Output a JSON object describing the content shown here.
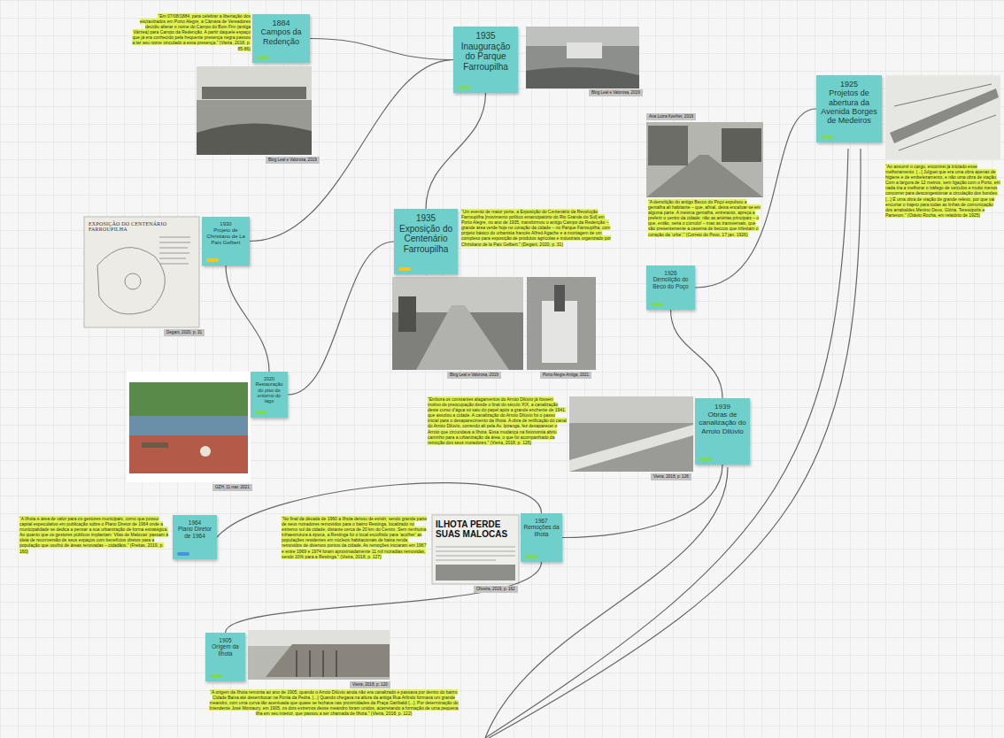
{
  "diagram": {
    "nodes": [
      {
        "text": [
          "1884",
          "Campos da Redenção"
        ]
      },
      {
        "text": [
          "1935",
          "Inauguração do Parque Farroupilha"
        ]
      },
      {
        "text": [
          "1925",
          "Projetos de abertura da Avenida Borges de Medeiros"
        ]
      },
      {
        "text": [
          "1930",
          "Projeto de Christiano de La Paix Gelbert"
        ]
      },
      {
        "text": [
          "1935",
          "Exposição do Centenário Farroupilha"
        ]
      },
      {
        "text": [
          "1926",
          "Demolição do Beco do Poço"
        ]
      },
      {
        "text": [
          "2020",
          "Restauração do piso do entorno do lago"
        ]
      },
      {
        "text": [
          "1939",
          "Obras de canalização do Arroio Dilúvio"
        ]
      },
      {
        "text": [
          "1964",
          "Plano Diretor de 1964"
        ]
      },
      {
        "text": [
          "1967",
          "Remoções da Ilhota"
        ]
      },
      {
        "text": [
          "1905",
          "Origem da Ilhota"
        ]
      }
    ],
    "edges": [
      {
        "from": 0,
        "to": 1,
        "arrow": "none"
      },
      {
        "from": 3,
        "to": 1,
        "arrow": "none"
      },
      {
        "from": 1,
        "to": 4,
        "arrow": "none"
      },
      {
        "from": 3,
        "to": 6,
        "arrow": "none"
      },
      {
        "from": 6,
        "to": 4,
        "arrow": "none"
      },
      {
        "from": 5,
        "to": 2,
        "arrow": "none"
      },
      {
        "from": 5,
        "to": 7,
        "arrow": "none"
      },
      {
        "from": 7,
        "to": 9,
        "arrow": "none"
      },
      {
        "from": 9,
        "to": 8,
        "arrow": "none"
      },
      {
        "from": 9,
        "to": 10,
        "arrow": "none"
      }
    ],
    "labels": [
      "“Em 07/08/1884, para celebrar a libertação dos escravizados em Porto Alegre, a Câmara de Vereadores decidiu alterar o nome do Campo do Bom Fim (antiga Várzea) para Campo da Redenção. A partir daquele espaço que já era conhecido pela frequente presença negra passou a ter seu nome vinculado a essa presença.” (Vieira, 2018, p. 85-86)",
      "Blog Leal e Valorosa, 2019",
      "Blog Leal e Valorosa, 2019",
      "EXPOSIÇÃO DO CENTENÁRIO FARROUPILHA",
      "Degani, 2020, p. 31",
      "“Um evento de maior porte, a Exposição do Centenário da Revolução Farroupilha [movimento político emancipatório do Rio Grande do Sul] em Porto Alegre, no ano de 1935, transformou o antigo Campo da Redenção – grande área verde hoje no coração da cidade – no Parque Farroupilha, com projeto básico do urbanista francês Alfred Agache e a montagem de um complexo para exposição de produtos agrícolas e industriais organizado por Christiano de la Paix Gelbert.” (Degani, 2020, p. 31)",
      "Blog Leal e Valorosa, 2019",
      "Porto Alegre Antiga, 2021",
      "Ana Luiza Koehler, 2019",
      "“A demolição do antigo Becco do Poço expulsou a gentalha ali habitante – que, afinal, deixa encafuar-se em alguma parte. A mesma gentalha, entretanto, apreça a preferir o centro da cidade; não as artérias principais – o que, então, seria o cúmulo! – mas as transversais, que são presentemente a caserna de beccos que infestam o coração da ‘urbe’.” (Correio do Povo, 17 jan. 1926)",
      "“Ao assumir o cargo, encontrei já iniciado esse melhoramento. [...] Julguei que era uma obra apenas de higiene e de embelezamento, e não uma obra de viação. Com a largura de 12 metros, sem ligação com o Porto, em nada iria a melhorar o tráfego de veículos e muito menos concorrer para descongestionar a circulação dos bondes. [...] É uma obra de viação de grande relevo, por que vai encurtar o trajeto para todas as linhas de comunicação dos arrabaldes Menino Deus, Glória, Teresópolis e Partenon.” (Otávio Rocha, em relatório de 1925)",
      "GZH, 11 mar. 2021",
      "“Embora os constantes alagamentos do Arroio Dilúvio já fossem motivo de preocupação desde o final do século XIX, a canalização deste curso d’água só saiu do papel após a grande enchente de 1941, que assolou a cidade. A canalização do Arroio Dilúvio foi o passo inicial para o desaparecimento da Ilhota. A obra de retificação do canal do Arroio Dilúvio, correndo ali pela Av. Ipiranga, fez desaparecer o Arroio que circundava a Ilhota. Essa mudança na fisionomia abriu caminho para a urbanização da área, o que foi acompanhado da remoção dos seus moradores.” (Vieira, 2018, p. 126)",
      "Vieira, 2018, p. 126",
      "“A Ilhota é área de valor para os gestores municipais, como que possui capital especulativo em publicação sobre o Plano Diretor de 1964 onde a municipalidade se dedica a pensar a sua urbanização de forma estratégica. Ao quanto que os gestores públicos implantam ‘Vilas de Malocas’ passam à ideia de reconversão de seus espaços com benefícios diretos para a população que usufrui de áreas renovadas – cidadãos.” (Freitas, 2019, p. 160)",
      "“No final da década de 1960 a Ilhota deixou de existir, sendo grande parte de seus moradores removidos para o bairro Restinga, localizado no extremo sul da cidade, distante cerca de 20 km do Centro. Sem nenhuma infraestrutura à época, a Restinga foi o local escolhido para ‘acolher’ as populações residentes em núcleos habitacionais de baixa renda, removidos de diversos pontos da cidade. As remoções iniciaram em 1967 e entre 1969 e 1974 foram aproximadamente 11 mil moradias removidas, sendo 10% para a Restinga.” (Vieira, 2018, p. 127)",
      "ILHOTA PERDE SUAS MALOCAS",
      "Oliveira, 2019, p. 162",
      "“A origem da Ilhota remonta ao ano de 1905, quando o Arroio Dilúvio ainda não era canalizado e passava por dentro do bairro Cidade Baixa até desembocar na Ponta da Pedra. [...] Quando chegava na altura da antiga Rua Arlindo formava um grande meandro, com uma curva tão acentuada que quase se fechava nas proximidades da Praça Garibaldi [...]. Por determinação do Intendente José Montaury, em 1905, os dois extremos desse meandro foram unidos, acarretando a formação de uma pequena ilha em seu interior, que passou a ser chamada de Ilhota.” (Vieira, 2018, p. 122)",
      "Vieira, 2018, p. 120"
    ]
  }
}
